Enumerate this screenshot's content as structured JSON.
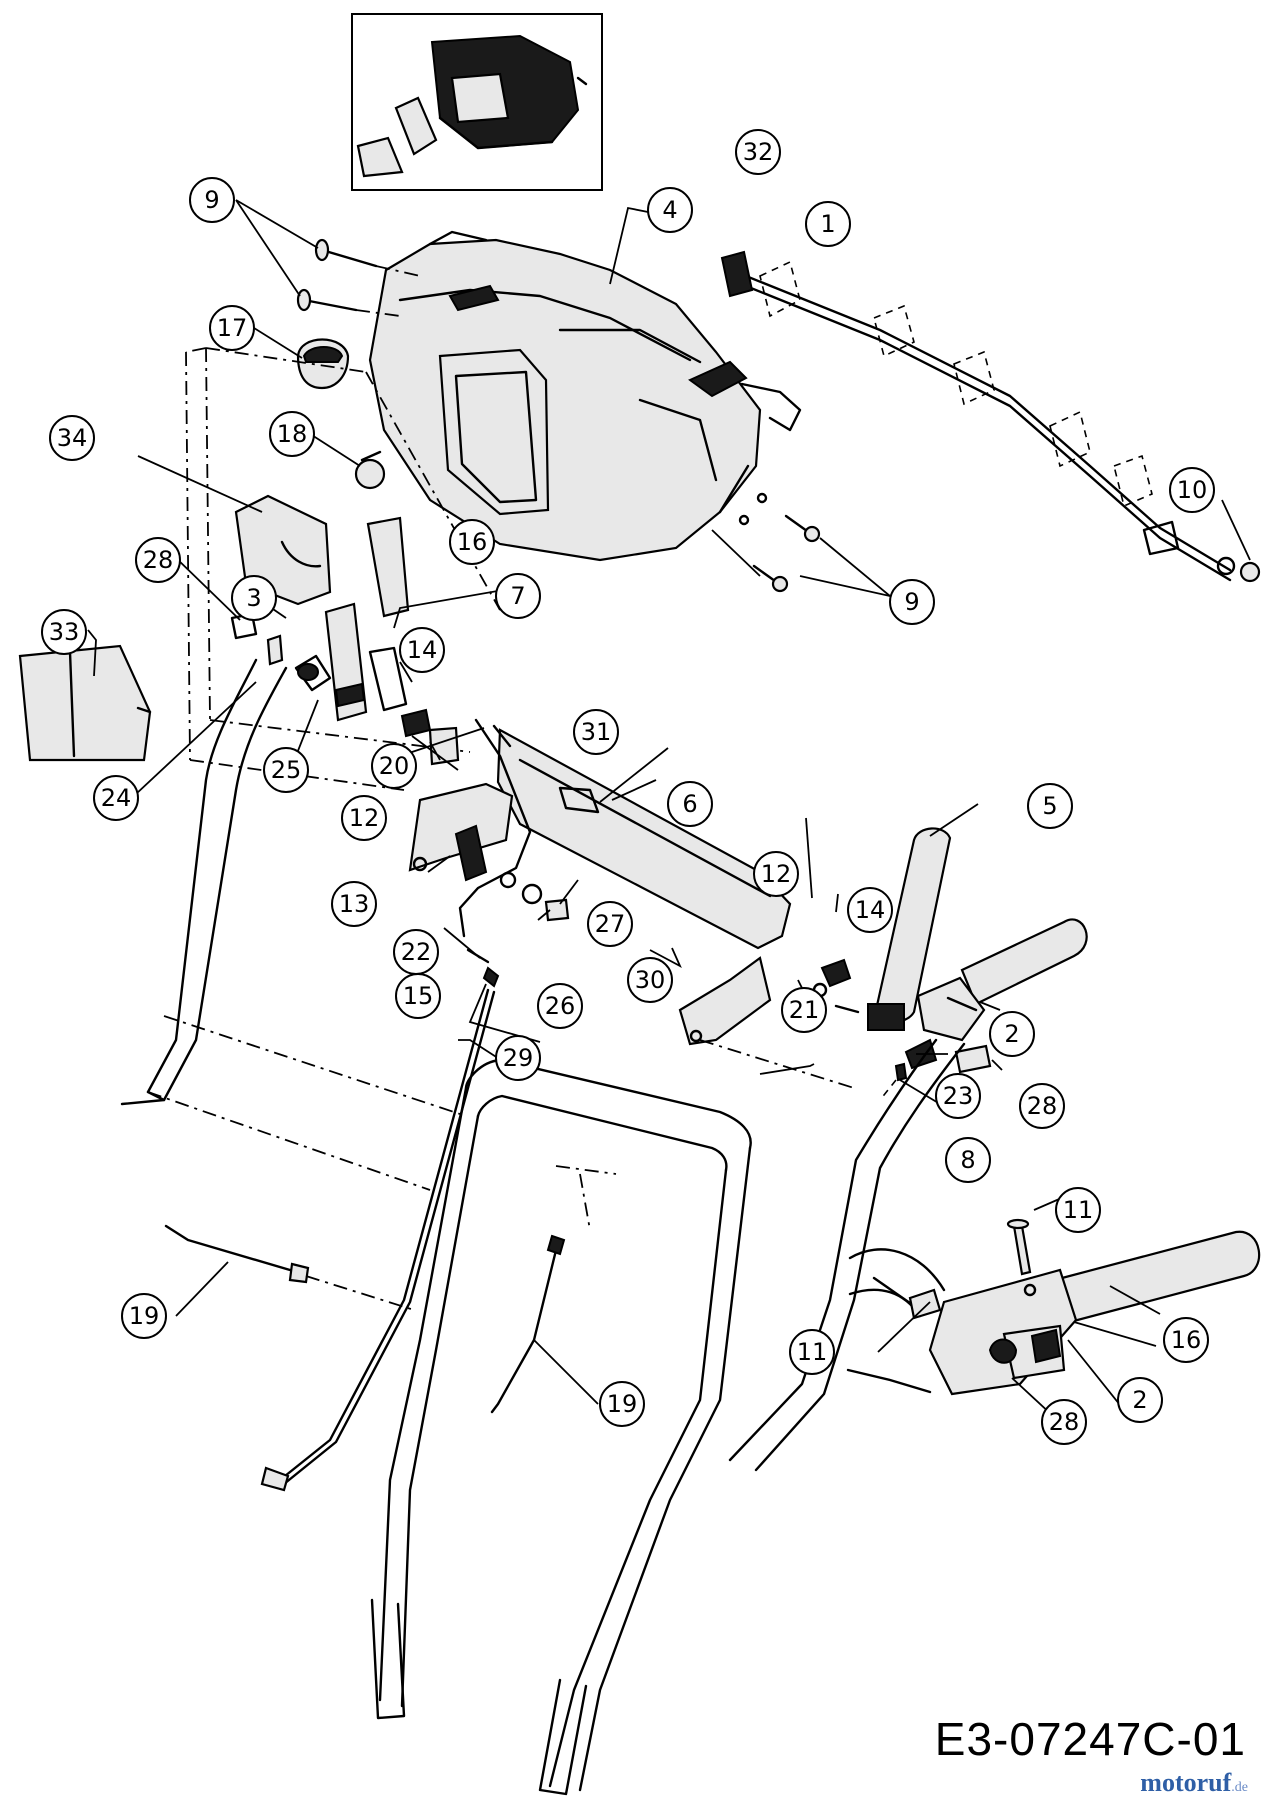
{
  "drawing_code": "E3-07247C-01",
  "watermark": {
    "brand": "motoruf",
    "tld": ".de"
  },
  "callouts": [
    {
      "label": "1"
    },
    {
      "label": "2"
    },
    {
      "label": "2"
    },
    {
      "label": "3"
    },
    {
      "label": "4"
    },
    {
      "label": "5"
    },
    {
      "label": "6"
    },
    {
      "label": "7"
    },
    {
      "label": "8"
    },
    {
      "label": "9"
    },
    {
      "label": "9"
    },
    {
      "label": "10"
    },
    {
      "label": "11"
    },
    {
      "label": "11"
    },
    {
      "label": "12"
    },
    {
      "label": "12"
    },
    {
      "label": "13"
    },
    {
      "label": "14"
    },
    {
      "label": "14"
    },
    {
      "label": "15"
    },
    {
      "label": "16"
    },
    {
      "label": "16"
    },
    {
      "label": "17"
    },
    {
      "label": "18"
    },
    {
      "label": "19"
    },
    {
      "label": "19"
    },
    {
      "label": "20"
    },
    {
      "label": "21"
    },
    {
      "label": "22"
    },
    {
      "label": "23"
    },
    {
      "label": "24"
    },
    {
      "label": "25"
    },
    {
      "label": "26"
    },
    {
      "label": "27"
    },
    {
      "label": "28"
    },
    {
      "label": "28"
    },
    {
      "label": "28"
    },
    {
      "label": "29"
    },
    {
      "label": "30"
    },
    {
      "label": "31"
    },
    {
      "label": "32"
    },
    {
      "label": "33"
    },
    {
      "label": "34"
    }
  ]
}
